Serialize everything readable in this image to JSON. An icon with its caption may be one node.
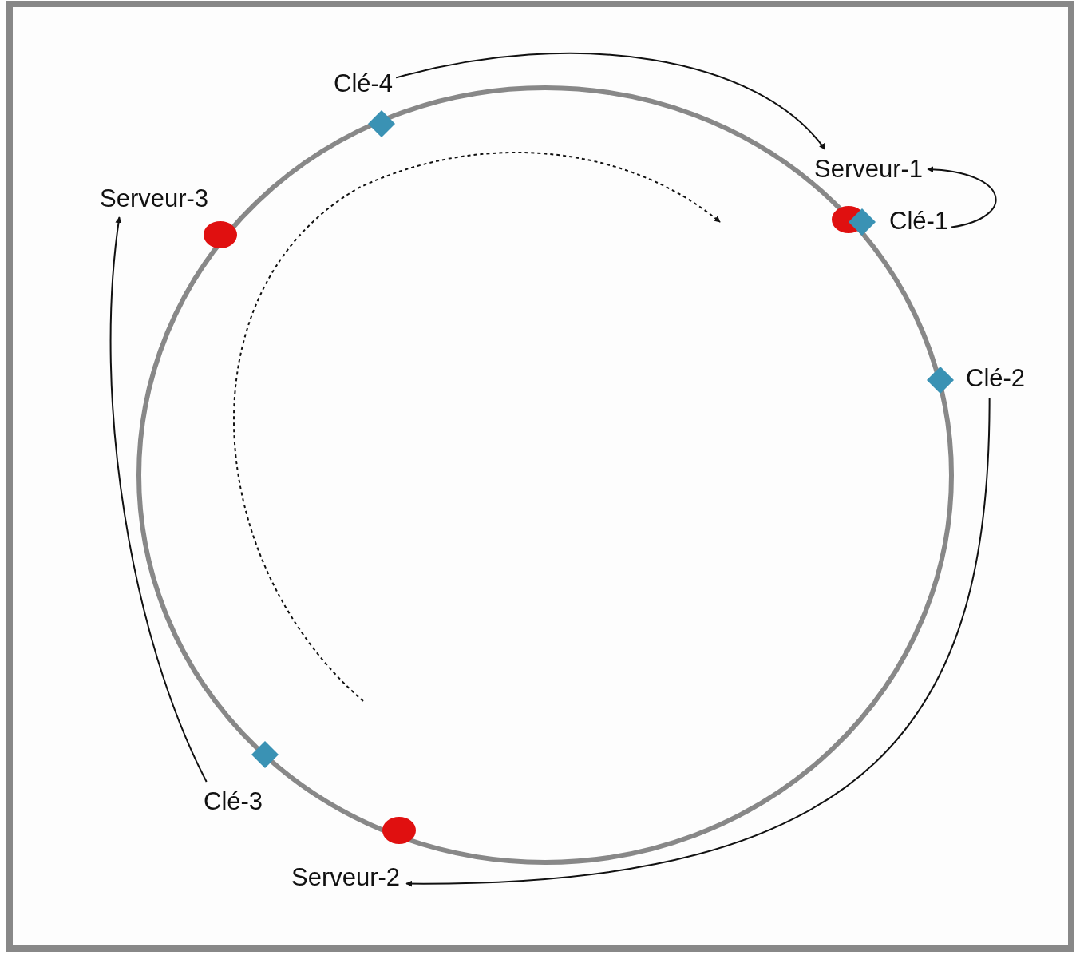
{
  "diagram": {
    "nodes": [
      {
        "text": [
          "Clé-4"
        ]
      },
      {
        "text": [
          "Serveur-1"
        ]
      },
      {
        "text": [
          "Serveur-3"
        ]
      },
      {
        "text": [
          "Clé-1"
        ]
      },
      {
        "text": [
          "Clé-2"
        ]
      },
      {
        "text": [
          "Clé-3"
        ]
      },
      {
        "text": [
          "Serveur-2"
        ]
      }
    ],
    "edges": [
      {
        "from": 0,
        "to": 1,
        "arrow": "to"
      },
      {
        "from": 3,
        "to": 1,
        "arrow": "to"
      },
      {
        "from": 4,
        "to": 6,
        "arrow": "to"
      },
      {
        "from": 5,
        "to": 2,
        "arrow": "to"
      }
    ]
  }
}
